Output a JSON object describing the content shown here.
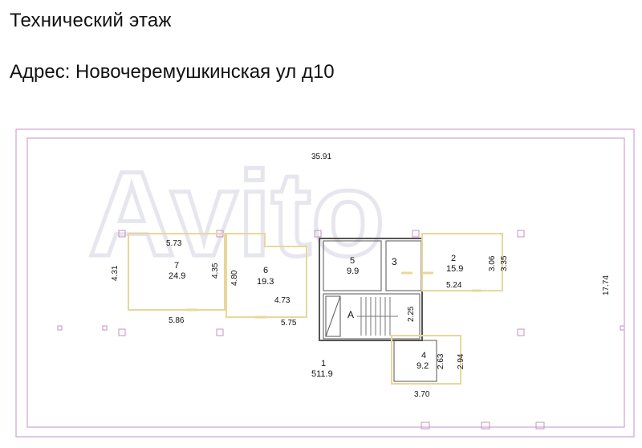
{
  "header": {
    "title": "Технический этаж",
    "address": "Адрес: Новочеремушкинская ул д10"
  },
  "watermark": {
    "text": "Avito"
  },
  "plan": {
    "outer": {
      "width_label": "35.91",
      "height_label": "17.74"
    },
    "rooms": [
      {
        "id": "1",
        "area": "511.9"
      },
      {
        "id": "2",
        "area": "15.9"
      },
      {
        "id": "3",
        "area": ""
      },
      {
        "id": "4",
        "area": "9.2"
      },
      {
        "id": "5",
        "area": "9.9"
      },
      {
        "id": "6",
        "area": "19.3"
      },
      {
        "id": "7",
        "area": "24.9"
      },
      {
        "id": "А",
        "area": ""
      }
    ],
    "dimensions": {
      "room7_top": "5.73",
      "room7_left": "4.31",
      "room7_right": "4.35",
      "room7_bottom": "5.86",
      "room6_left": "4.80",
      "room6_inner": "4.73",
      "room6_bottom": "5.75",
      "stair_side": "2.25",
      "room2_right_a": "3.06",
      "room2_right_b": "3.35",
      "room2_bottom": "5.24",
      "room4_a": "2.63",
      "room4_b": "2.94",
      "room4_bottom": "3.70"
    },
    "colors": {
      "outline": "#c490c4",
      "rooms": "#e9d79a",
      "walls": "#555555"
    }
  }
}
